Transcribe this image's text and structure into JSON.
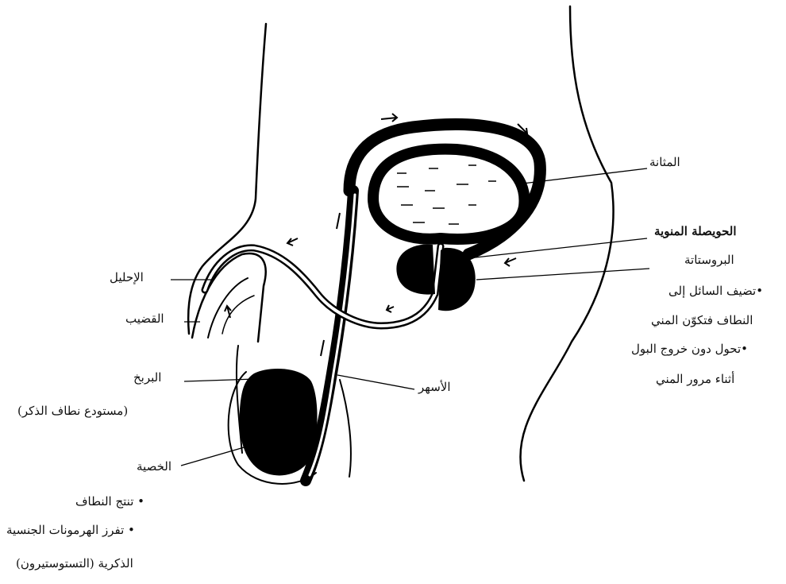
{
  "labels": {
    "bladder": "المثانة",
    "seminal_vesicle": "الحويصلة المنوية",
    "prostate": "البروستاتة",
    "prostate_note1": "•تضيف السائل إلى",
    "prostate_note2": "النطاف فتكوّن المني",
    "prostate_note3": "•تحول دون خروج البول",
    "prostate_note4": "أثناء مرور المني",
    "urethra": "الإحليل",
    "penis": "القضيب",
    "epididymis": "البربخ",
    "epididymis_note": "(مستودع نطاف الذكر)",
    "vas_deferens": "الأسهر",
    "testis": "الخصية",
    "testis_note1": "•  تنتج النطاف",
    "testis_note2": "•  تفرز الهرمونات الجنسية",
    "testis_note3": "الذكرية (التستوستيرون)"
  },
  "colors": {
    "ink": "#000000",
    "paper": "#ffffff"
  }
}
